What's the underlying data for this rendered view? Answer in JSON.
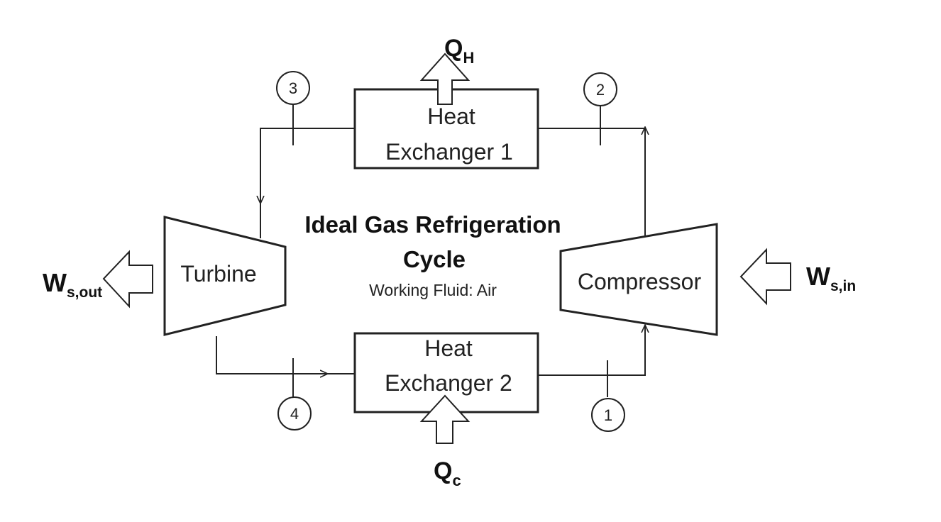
{
  "heat_exchanger_1": {
    "line1": "Heat",
    "line2": "Exchanger 1"
  },
  "heat_exchanger_2": {
    "line1": "Heat",
    "line2": "Exchanger 2"
  },
  "turbine": {
    "label": "Turbine"
  },
  "compressor": {
    "label": "Compressor"
  },
  "title": {
    "line1": "Ideal Gas Refrigeration",
    "line2": "Cycle"
  },
  "subtitle": "Working Fluid:  Air",
  "heat": {
    "hot": {
      "main": "Q",
      "sub": "H"
    },
    "cold": {
      "main": "Q",
      "sub": "c"
    }
  },
  "work": {
    "out": {
      "main": "W",
      "sub": "s,out"
    },
    "in": {
      "main": "W",
      "sub": "s,in"
    }
  },
  "states": [
    "1",
    "2",
    "3",
    "4"
  ]
}
